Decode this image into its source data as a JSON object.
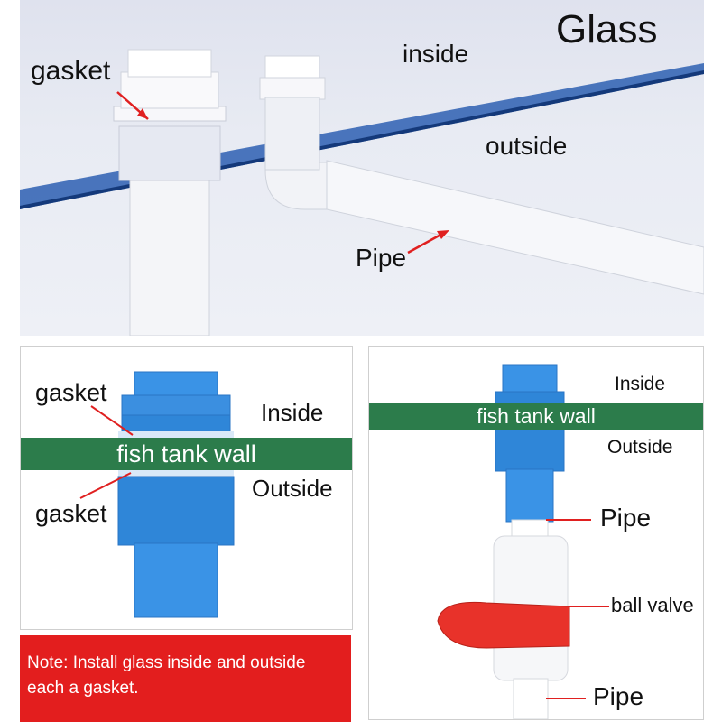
{
  "top_panel": {
    "title": "Glass",
    "inside_label": "inside",
    "outside_label": "outside",
    "gasket_label": "gasket",
    "pipe_label": "Pipe"
  },
  "bottom_left_panel": {
    "gasket_top_label": "gasket",
    "gasket_bottom_label": "gasket",
    "inside_label": "Inside",
    "outside_label": "Outside",
    "wall_label": "fish tank wall"
  },
  "bottom_right_panel": {
    "inside_label": "Inside",
    "outside_label": "Outside",
    "wall_label": "fish tank wall",
    "pipe_top_label": "Pipe",
    "ball_valve_label": "ball valve",
    "pipe_bottom_label": "Pipe"
  },
  "note": {
    "text_line1": "Note: Install glass inside and outside",
    "text_line2": "each a gasket."
  },
  "colors": {
    "wall_green": "#2c7c4b",
    "fitting_blue": "#2f86d8",
    "note_red": "#e31e1e",
    "glass_blue": "#1c4fa0",
    "arrow_red": "#e02020",
    "valve_red": "#e8322a"
  }
}
